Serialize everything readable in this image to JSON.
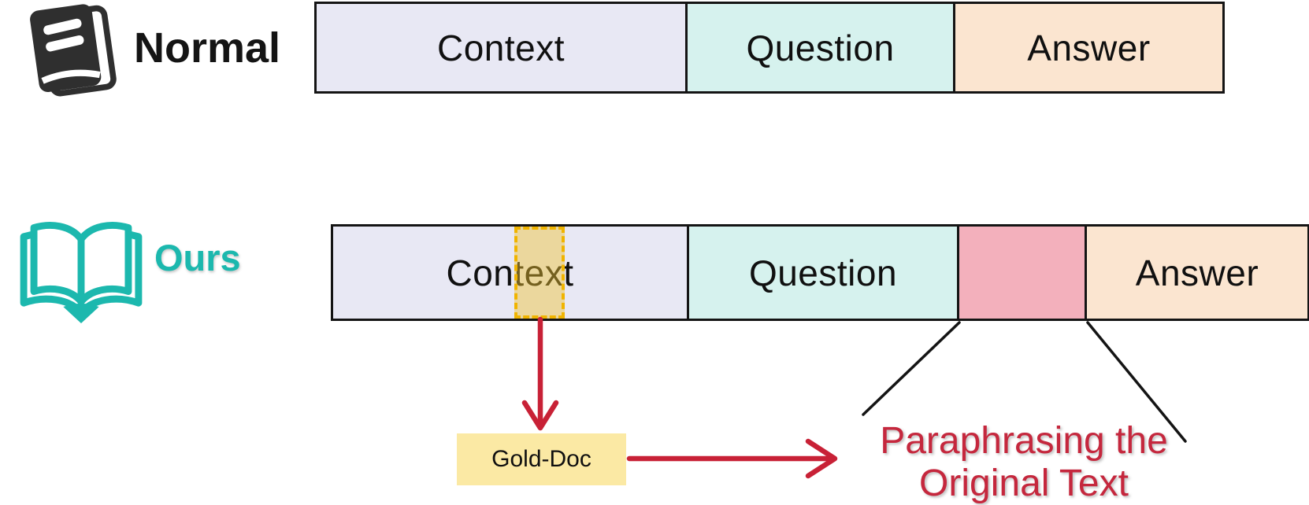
{
  "rows": [
    {
      "label": "Normal",
      "icon": "closed-book-icon",
      "segments": [
        {
          "label": "Context",
          "color": "#E8E8F4"
        },
        {
          "label": "Question",
          "color": "#D6F2EE"
        },
        {
          "label": "Answer",
          "color": "#FBE5D0"
        }
      ]
    },
    {
      "label": "Ours",
      "icon": "open-book-icon",
      "segments": [
        {
          "label": "Context",
          "color": "#E8E8F4"
        },
        {
          "label": "Question",
          "color": "#D6F2EE"
        },
        {
          "label": "",
          "color": "#F3B0BC"
        },
        {
          "label": "Answer",
          "color": "#FBE5D0"
        }
      ]
    }
  ],
  "callout": {
    "gold_doc_label": "Gold-Doc",
    "note_line1": "Paraphrasing the",
    "note_line2": "Original Text"
  },
  "colors": {
    "ink": "#2F2F2F",
    "teal": "#1CB8AE",
    "arrow_red": "#C82136",
    "note_red": "#C5273D",
    "highlight_fill": "rgba(240,196,50,0.45)",
    "highlight_border": "#F0B400",
    "gold_doc_fill": "#FBE9A4"
  }
}
